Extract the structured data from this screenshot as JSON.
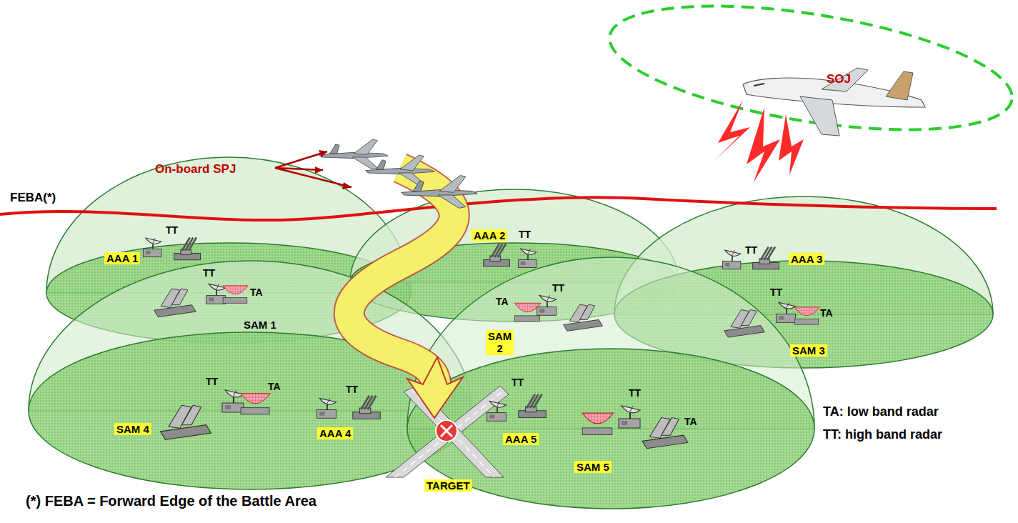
{
  "diagram": {
    "nodes": [
      {
        "text": [
          "AAA 2"
        ]
      },
      {
        "text": [
          "AAA 1"
        ]
      },
      {
        "text": [
          "AAA 3"
        ]
      },
      {
        "text": [
          "SAM 2"
        ]
      },
      {
        "text": [
          "SAM 3"
        ]
      },
      {
        "text": [
          "SAM 4"
        ]
      },
      {
        "text": [
          "AAA 4"
        ]
      },
      {
        "text": [
          "AAA 5"
        ]
      },
      {
        "text": [
          "SAM 5"
        ]
      },
      {
        "text": [
          "TARGET"
        ]
      }
    ],
    "labels": [
      "On-board SPJ",
      "FEBA(*)",
      "SOJ",
      "TT",
      "TT",
      "TT",
      "TT",
      "TA",
      "SAM 1",
      "TT",
      "TA",
      "TT",
      "TA",
      "TT",
      "TA",
      "TT",
      "TT",
      "TT",
      "TA",
      "TA: low band radar",
      "TT: high band radar",
      "(*) FEBA = Forward Edge of the Battle Area"
    ]
  }
}
